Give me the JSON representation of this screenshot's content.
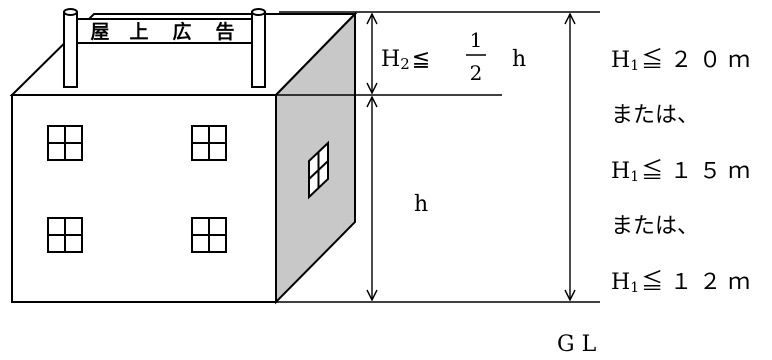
{
  "sign": {
    "characters": [
      "屋",
      "上",
      "広",
      "告"
    ]
  },
  "labels": {
    "h2_lhs": "H",
    "h2_sub": "2",
    "h2_rel": "≦",
    "frac_num": "1",
    "frac_den": "2",
    "h2_var": "h",
    "h_side": "h",
    "gl": "G L"
  },
  "conditions": {
    "line1_lhs": "H",
    "line1_sub": "1",
    "line1_rhs": "≦ ２ ０ ｍ",
    "or1": "または、",
    "line2_lhs": "H",
    "line2_sub": "1",
    "line2_rhs": "≦ １ ５ ｍ",
    "or2": "または、",
    "line3_lhs": "H",
    "line3_sub": "1",
    "line3_rhs": "≦ １ ２ ｍ"
  },
  "colors": {
    "side_face": "#c8c8c8",
    "stroke": "#000000",
    "background": "#ffffff"
  }
}
